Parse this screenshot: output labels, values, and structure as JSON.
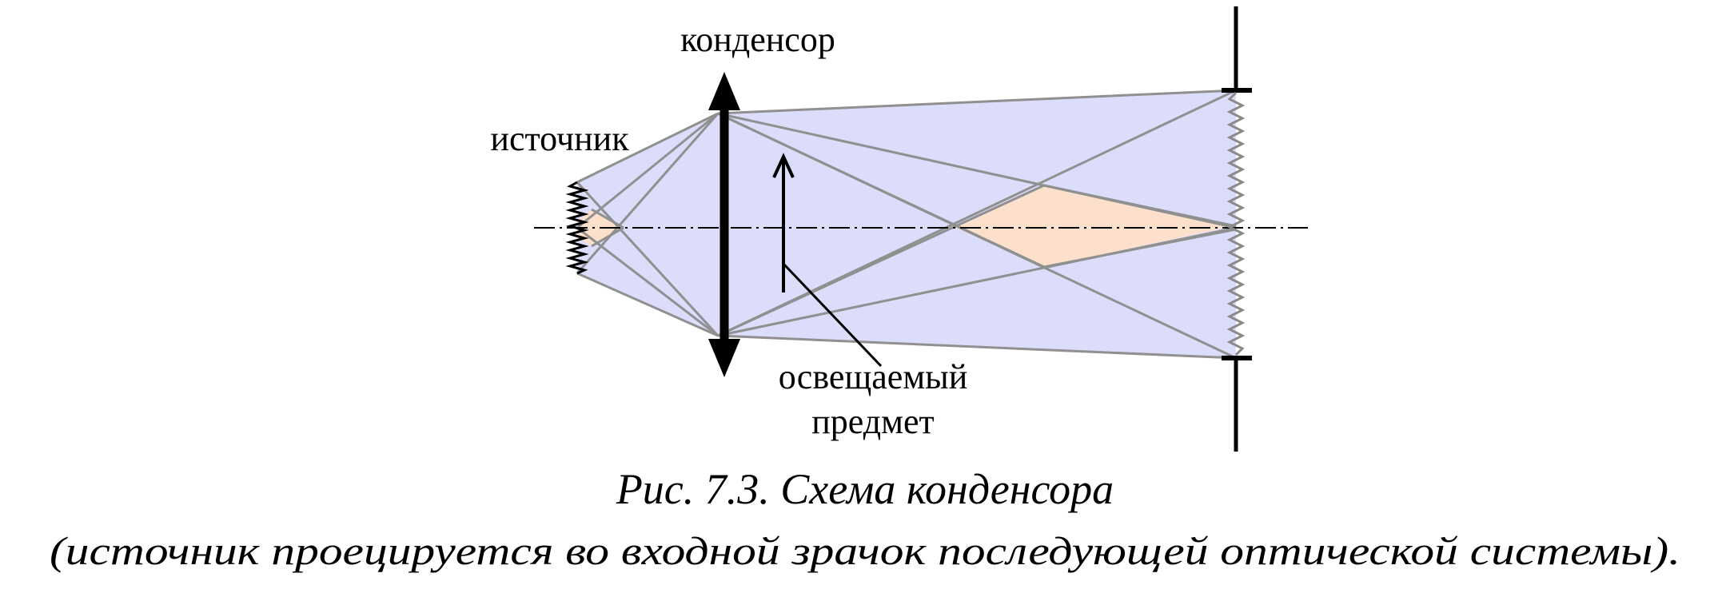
{
  "labels": {
    "condenser": "конденсор",
    "source": "источник",
    "object_line1": "освещаемый",
    "object_line2": "предмет"
  },
  "caption": {
    "title": "Рис. 7.3. Схема конденсора",
    "subtitle": "(источник проецируется во входной зрачок последующей оптической системы)."
  },
  "colors": {
    "beam_fill": "#dcdcfb",
    "source_image_fill": "#fde0cc",
    "ray_stroke": "#909090",
    "axis_stroke": "#000000",
    "lens_stroke": "#000000",
    "wave_source": "#000000",
    "wave_image": "#8a8a8a"
  }
}
